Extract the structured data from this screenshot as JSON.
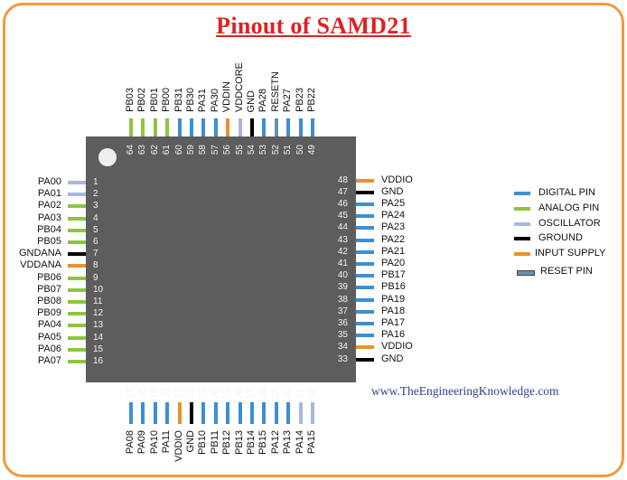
{
  "title": "Pinout of SAMD21",
  "website": "www.TheEngineeringKnowledge.com",
  "colors": {
    "digital": "#3d8fd1",
    "analog": "#8cc63f",
    "oscillator": "#a9b7dd",
    "ground": "#000000",
    "input": "#e8912e",
    "reset": "#6e8fa8",
    "frame": "#f39a3c",
    "title": "#e02020",
    "chip": "#5d5d5d"
  },
  "legend": [
    {
      "label": "DIGITAL PIN",
      "type": "digital"
    },
    {
      "label": "ANALOG PIN",
      "type": "analog"
    },
    {
      "label": "OSCILLATOR",
      "type": "oscillator"
    },
    {
      "label": "GROUND",
      "type": "ground"
    },
    {
      "label": "INPUT SUPPLY",
      "type": "input"
    },
    {
      "label": "RESET PIN",
      "type": "reset"
    }
  ],
  "pins": {
    "left": [
      {
        "num": "1",
        "name": "PA00",
        "type": "oscillator"
      },
      {
        "num": "2",
        "name": "PA01",
        "type": "oscillator"
      },
      {
        "num": "3",
        "name": "PA02",
        "type": "analog"
      },
      {
        "num": "4",
        "name": "PA03",
        "type": "analog"
      },
      {
        "num": "5",
        "name": "PB04",
        "type": "analog"
      },
      {
        "num": "6",
        "name": "PB05",
        "type": "analog"
      },
      {
        "num": "7",
        "name": "GNDANA",
        "type": "ground"
      },
      {
        "num": "8",
        "name": "VDDANA",
        "type": "input"
      },
      {
        "num": "9",
        "name": "PB06",
        "type": "analog"
      },
      {
        "num": "10",
        "name": "PB07",
        "type": "analog"
      },
      {
        "num": "11",
        "name": "PB08",
        "type": "analog"
      },
      {
        "num": "12",
        "name": "PB09",
        "type": "analog"
      },
      {
        "num": "13",
        "name": "PA04",
        "type": "analog"
      },
      {
        "num": "14",
        "name": "PA05",
        "type": "analog"
      },
      {
        "num": "15",
        "name": "PA06",
        "type": "analog"
      },
      {
        "num": "16",
        "name": "PA07",
        "type": "analog"
      }
    ],
    "bottom": [
      {
        "num": "17",
        "name": "PA08",
        "type": "digital"
      },
      {
        "num": "18",
        "name": "PA09",
        "type": "digital"
      },
      {
        "num": "19",
        "name": "PA10",
        "type": "digital"
      },
      {
        "num": "20",
        "name": "PA11",
        "type": "digital"
      },
      {
        "num": "21",
        "name": "VDDIO",
        "type": "input"
      },
      {
        "num": "22",
        "name": "GND",
        "type": "ground"
      },
      {
        "num": "23",
        "name": "PB10",
        "type": "digital"
      },
      {
        "num": "24",
        "name": "PB11",
        "type": "digital"
      },
      {
        "num": "25",
        "name": "PB12",
        "type": "digital"
      },
      {
        "num": "26",
        "name": "PB13",
        "type": "digital"
      },
      {
        "num": "27",
        "name": "PB14",
        "type": "digital"
      },
      {
        "num": "28",
        "name": "PB15",
        "type": "digital"
      },
      {
        "num": "29",
        "name": "PA12",
        "type": "digital"
      },
      {
        "num": "30",
        "name": "PA13",
        "type": "digital"
      },
      {
        "num": "31",
        "name": "PA14",
        "type": "oscillator"
      },
      {
        "num": "32",
        "name": "PA15",
        "type": "oscillator"
      }
    ],
    "right": [
      {
        "num": "48",
        "name": "VDDIO",
        "type": "input"
      },
      {
        "num": "47",
        "name": "GND",
        "type": "ground"
      },
      {
        "num": "46",
        "name": "PA25",
        "type": "digital"
      },
      {
        "num": "45",
        "name": "PA24",
        "type": "digital"
      },
      {
        "num": "44",
        "name": "PA23",
        "type": "digital"
      },
      {
        "num": "43",
        "name": "PA22",
        "type": "digital"
      },
      {
        "num": "42",
        "name": "PA21",
        "type": "digital"
      },
      {
        "num": "41",
        "name": "PA20",
        "type": "digital"
      },
      {
        "num": "40",
        "name": "PB17",
        "type": "digital"
      },
      {
        "num": "39",
        "name": "PB16",
        "type": "digital"
      },
      {
        "num": "38",
        "name": "PA19",
        "type": "digital"
      },
      {
        "num": "37",
        "name": "PA18",
        "type": "digital"
      },
      {
        "num": "36",
        "name": "PA17",
        "type": "digital"
      },
      {
        "num": "35",
        "name": "PA16",
        "type": "digital"
      },
      {
        "num": "34",
        "name": "VDDIO",
        "type": "input"
      },
      {
        "num": "33",
        "name": "GND",
        "type": "ground"
      }
    ],
    "top": [
      {
        "num": "64",
        "name": "PB03",
        "type": "analog"
      },
      {
        "num": "63",
        "name": "PB02",
        "type": "analog"
      },
      {
        "num": "62",
        "name": "PB01",
        "type": "analog"
      },
      {
        "num": "61",
        "name": "PB00",
        "type": "analog"
      },
      {
        "num": "60",
        "name": "PB31",
        "type": "digital"
      },
      {
        "num": "59",
        "name": "PB30",
        "type": "digital"
      },
      {
        "num": "58",
        "name": "PA31",
        "type": "digital"
      },
      {
        "num": "57",
        "name": "PA30",
        "type": "digital"
      },
      {
        "num": "56",
        "name": "VDDIN",
        "type": "input"
      },
      {
        "num": "55",
        "name": "VDDCORE",
        "type": "oscillator"
      },
      {
        "num": "54",
        "name": "GND",
        "type": "ground"
      },
      {
        "num": "53",
        "name": "PA28",
        "type": "digital"
      },
      {
        "num": "52",
        "name": "RESETN",
        "type": "reset"
      },
      {
        "num": "51",
        "name": "PA27",
        "type": "digital"
      },
      {
        "num": "50",
        "name": "PB23",
        "type": "digital"
      },
      {
        "num": "49",
        "name": "PB22",
        "type": "digital"
      }
    ]
  }
}
